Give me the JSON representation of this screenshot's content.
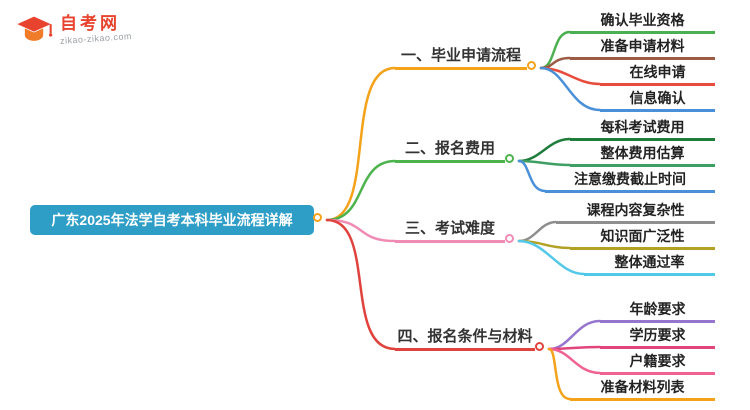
{
  "logo": {
    "title": "自考网",
    "domain": "zikao-zikao.com",
    "color": "#e8432e"
  },
  "root": {
    "label": "广东2025年法学自考本科毕业流程详解",
    "bg": "#2e9ec7",
    "circle_color": "#f5a21b"
  },
  "branches": [
    {
      "label": "一、毕业申请流程",
      "color": "#f5a21b",
      "children": [
        {
          "label": "确认毕业资格",
          "color": "#4caf50"
        },
        {
          "label": "准备申请材料",
          "color": "#9b5b45"
        },
        {
          "label": "在线申请",
          "color": "#e74c3c"
        },
        {
          "label": "信息确认",
          "color": "#4a90d9"
        }
      ]
    },
    {
      "label": "二、报名费用",
      "color": "#4db34d",
      "children": [
        {
          "label": "每科考试费用",
          "color": "#1e7d3a"
        },
        {
          "label": "整体费用估算",
          "color": "#3f9e63"
        },
        {
          "label": "注意缴费截止时间",
          "color": "#4a90d9"
        }
      ]
    },
    {
      "label": "三、考试难度",
      "color": "#f08bb4",
      "children": [
        {
          "label": "课程内容复杂性",
          "color": "#8e8e8e"
        },
        {
          "label": "知识面广泛性",
          "color": "#b3a125"
        },
        {
          "label": "整体通过率",
          "color": "#54c8e8"
        }
      ]
    },
    {
      "label": "四、报名条件与材料",
      "color": "#e0433d",
      "children": [
        {
          "label": "年龄要求",
          "color": "#9575cd"
        },
        {
          "label": "学历要求",
          "color": "#e0457b"
        },
        {
          "label": "户籍要求",
          "color": "#f06292"
        },
        {
          "label": "准备材料列表",
          "color": "#f5a21b"
        }
      ]
    }
  ]
}
